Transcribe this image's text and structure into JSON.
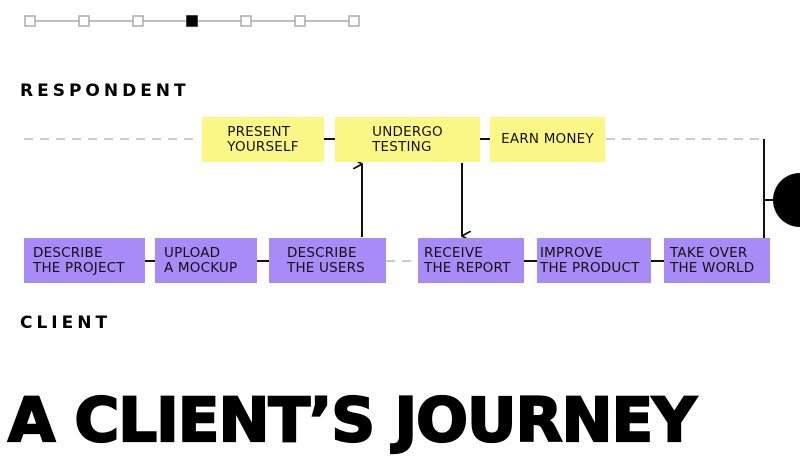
{
  "stepper": {
    "total_steps": 7,
    "current_step": 4
  },
  "lanes": {
    "respondent_label": "RESPONDENT",
    "client_label": "CLIENT"
  },
  "respondent_steps": [
    {
      "id": "present",
      "label": "PRESENT\nYOURSELF"
    },
    {
      "id": "undergo",
      "label": "UNDERGO\nTESTING"
    },
    {
      "id": "earn",
      "label": "EARN MONEY"
    }
  ],
  "client_steps": [
    {
      "id": "describe-project",
      "label": "DESCRIBE\nTHE PROJECT"
    },
    {
      "id": "upload",
      "label": "UPLOAD\nA MOCKUP"
    },
    {
      "id": "describe-users",
      "label": "DESCRIBE\nTHE USERS"
    },
    {
      "id": "receive",
      "label": "RECEIVE\nTHE REPORT"
    },
    {
      "id": "improve",
      "label": "IMPROVE\nTHE PRODUCT"
    },
    {
      "id": "take-over",
      "label": "TAKE OVER\nTHE WORLD"
    }
  ],
  "title": "A CLIENT’S JOURNEY",
  "colors": {
    "respondent_box": "#fbf787",
    "client_box": "#a98bf8",
    "dashed_line": "#bbbbbb",
    "stepper_inactive": "#aaaaaa",
    "stepper_active": "#000000"
  }
}
